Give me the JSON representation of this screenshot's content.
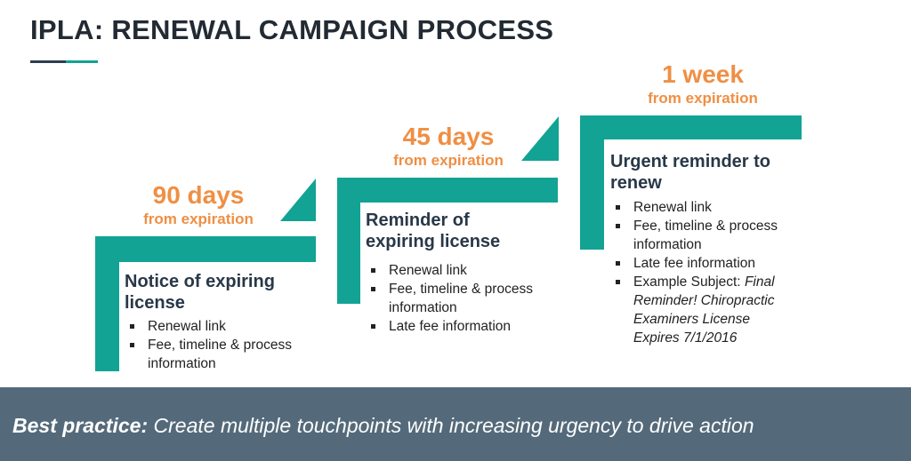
{
  "slide": {
    "title": "IPLA: RENEWAL CAMPAIGN PROCESS",
    "footer_label": "Best practice:",
    "footer_text": "Create multiple touchpoints with increasing urgency to drive action"
  },
  "colors": {
    "teal": "#12a394",
    "orange": "#ef8f44",
    "navy": "#283848",
    "footer_bg": "#546a7b"
  },
  "steps": [
    {
      "timing_big": "90 days",
      "timing_small": "from expiration",
      "heading_line1": "Notice of expiring",
      "heading_line2": "license",
      "items": [
        "Renewal link",
        "Fee, timeline & process",
        "information"
      ]
    },
    {
      "timing_big": "45 days",
      "timing_small": "from expiration",
      "heading_line1": "Reminder of",
      "heading_line2": "expiring license",
      "items": [
        "Renewal link",
        "Fee, timeline & process",
        "information",
        "Late fee information"
      ]
    },
    {
      "timing_big": "1 week",
      "timing_small": "from expiration",
      "heading_line1": "Urgent reminder to",
      "heading_line2": "renew",
      "items": [
        "Renewal link",
        "Fee, timeline & process",
        "information",
        "Late fee information",
        "Example Subject: ",
        "Final",
        "Reminder! Chiropractic",
        "Examiners License",
        "Expires 7/1/2016"
      ]
    }
  ]
}
